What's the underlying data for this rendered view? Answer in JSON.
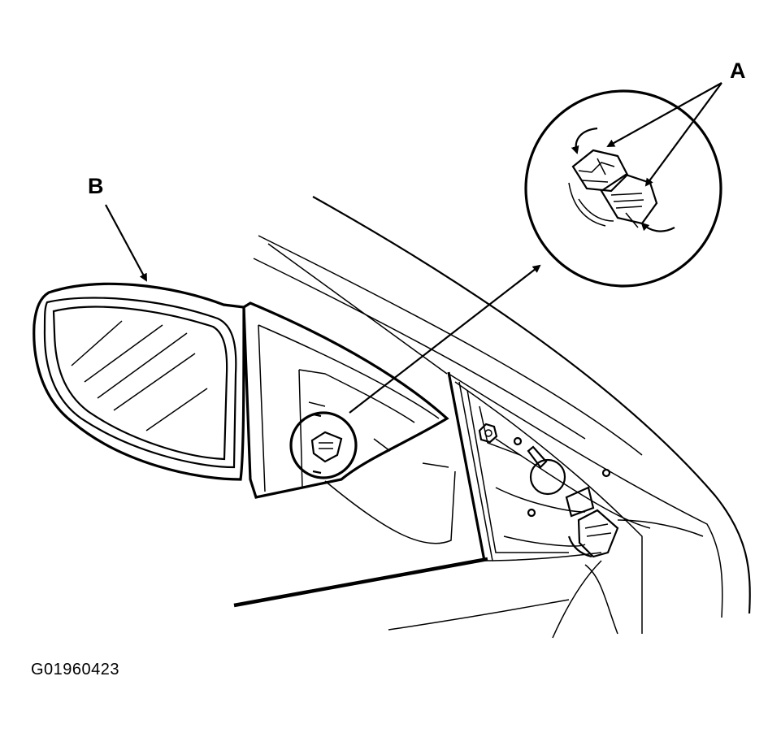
{
  "callouts": {
    "a": "A",
    "b": "B"
  },
  "figure_id": "G01960423",
  "colors": {
    "ink": "#000000",
    "paper": "#ffffff"
  }
}
